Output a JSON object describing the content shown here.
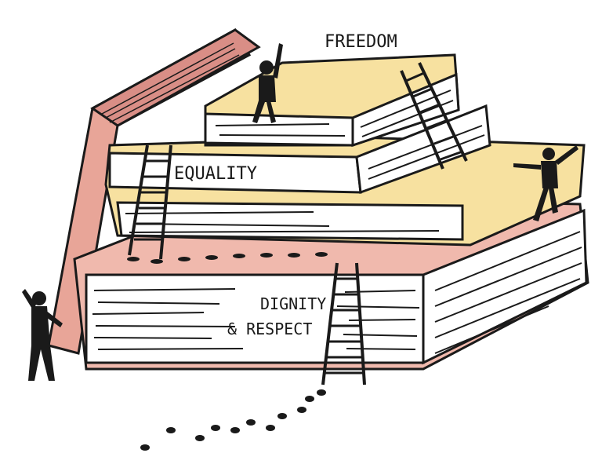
{
  "illustration": {
    "books": [
      {
        "name": "top",
        "label": "FREEDOM"
      },
      {
        "name": "middle",
        "label": "EQUALITY"
      },
      {
        "name": "bottom",
        "label_line1": "DIGNITY",
        "label_line2": "& RESPECT"
      }
    ],
    "colors": {
      "ink": "#1a1a1a",
      "pink": "#f0b9ad",
      "pink_dark": "#d98e86",
      "yellow": "#f7e1a0",
      "pages": "#ffffff"
    }
  }
}
